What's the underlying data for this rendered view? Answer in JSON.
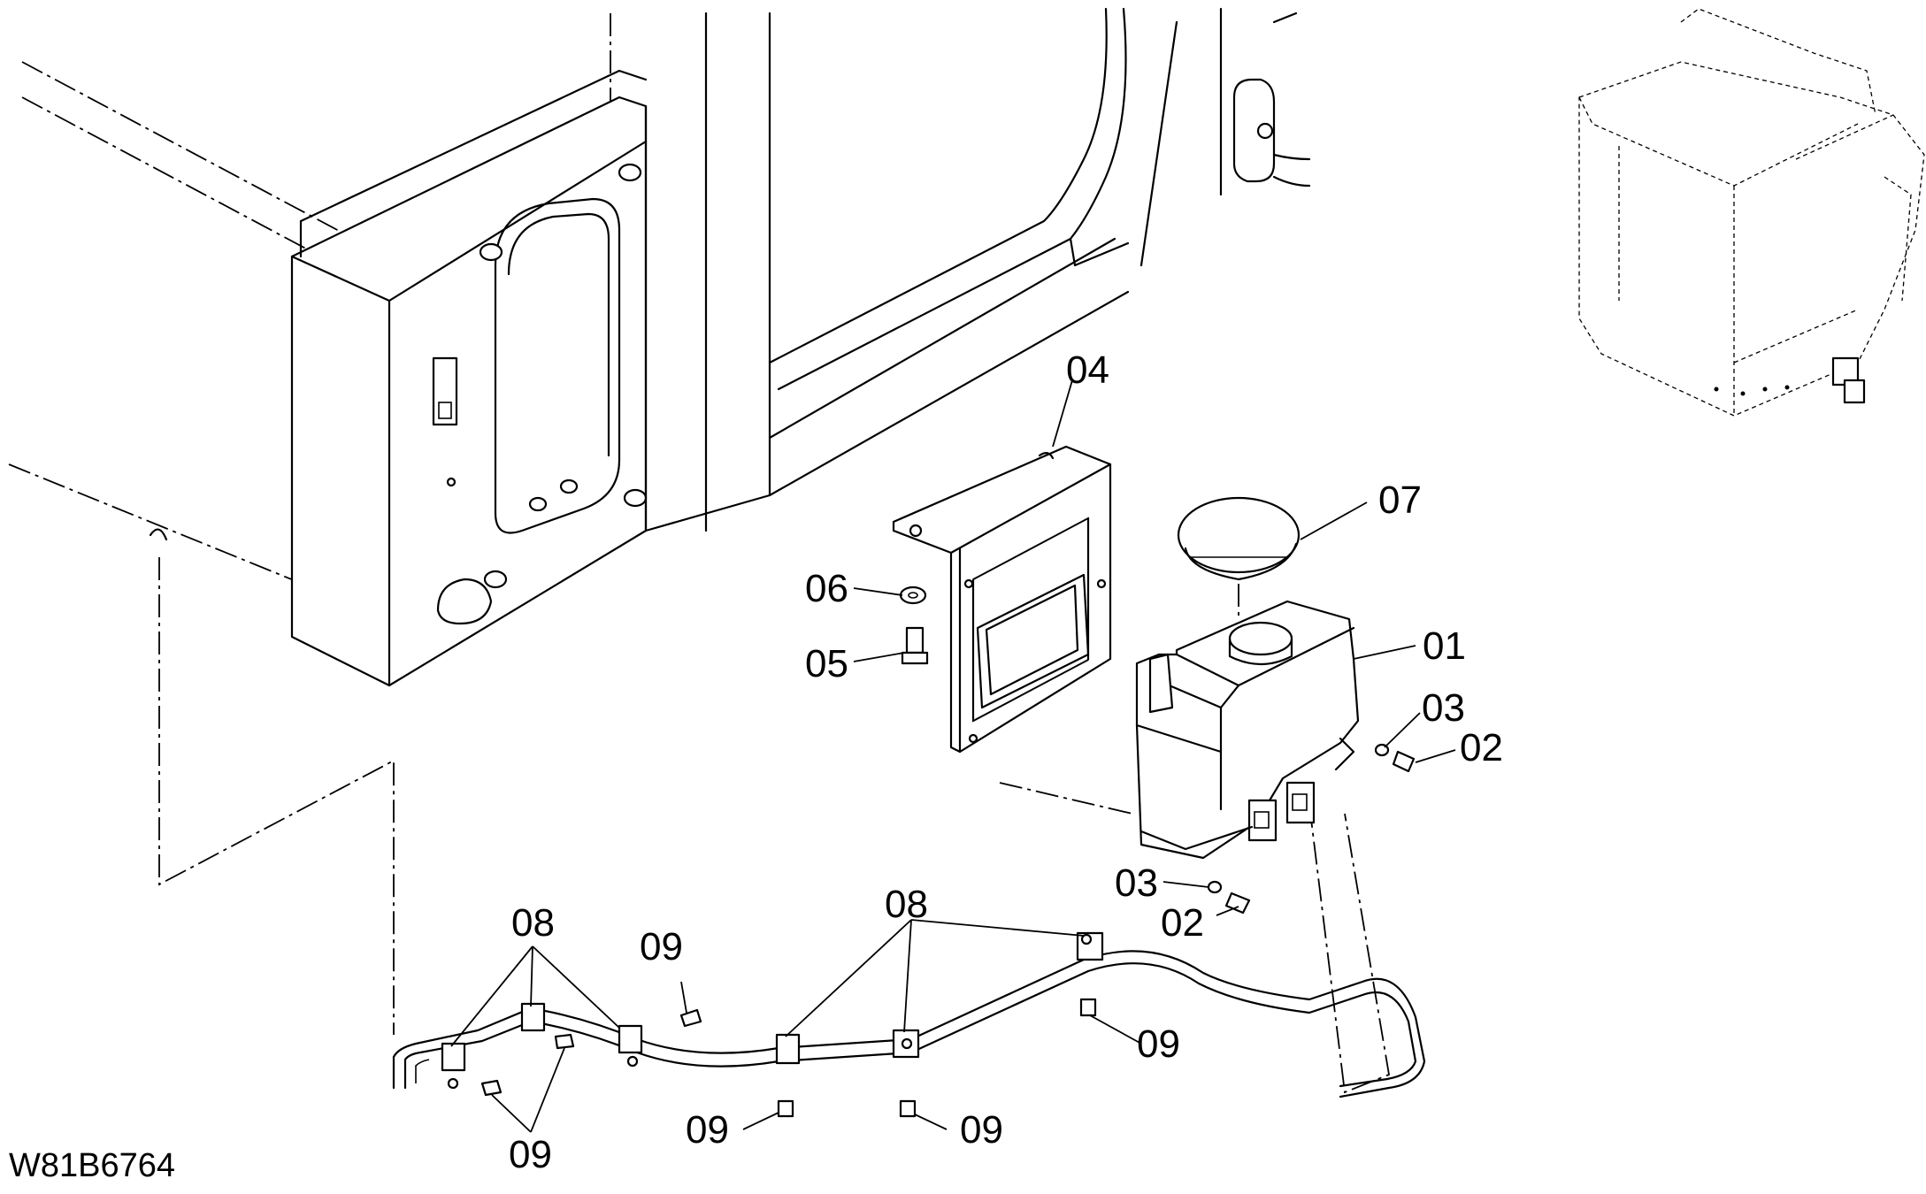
{
  "drawing_code": "W81B6764",
  "callouts": {
    "p01": "01",
    "p02a": "02",
    "p02b": "02",
    "p03a": "03",
    "p03b": "03",
    "p04": "04",
    "p05": "05",
    "p06": "06",
    "p07": "07",
    "p08a": "08",
    "p08b": "08",
    "p09a": "09",
    "p09b": "09",
    "p09c": "09",
    "p09d": "09",
    "p09e": "09"
  }
}
